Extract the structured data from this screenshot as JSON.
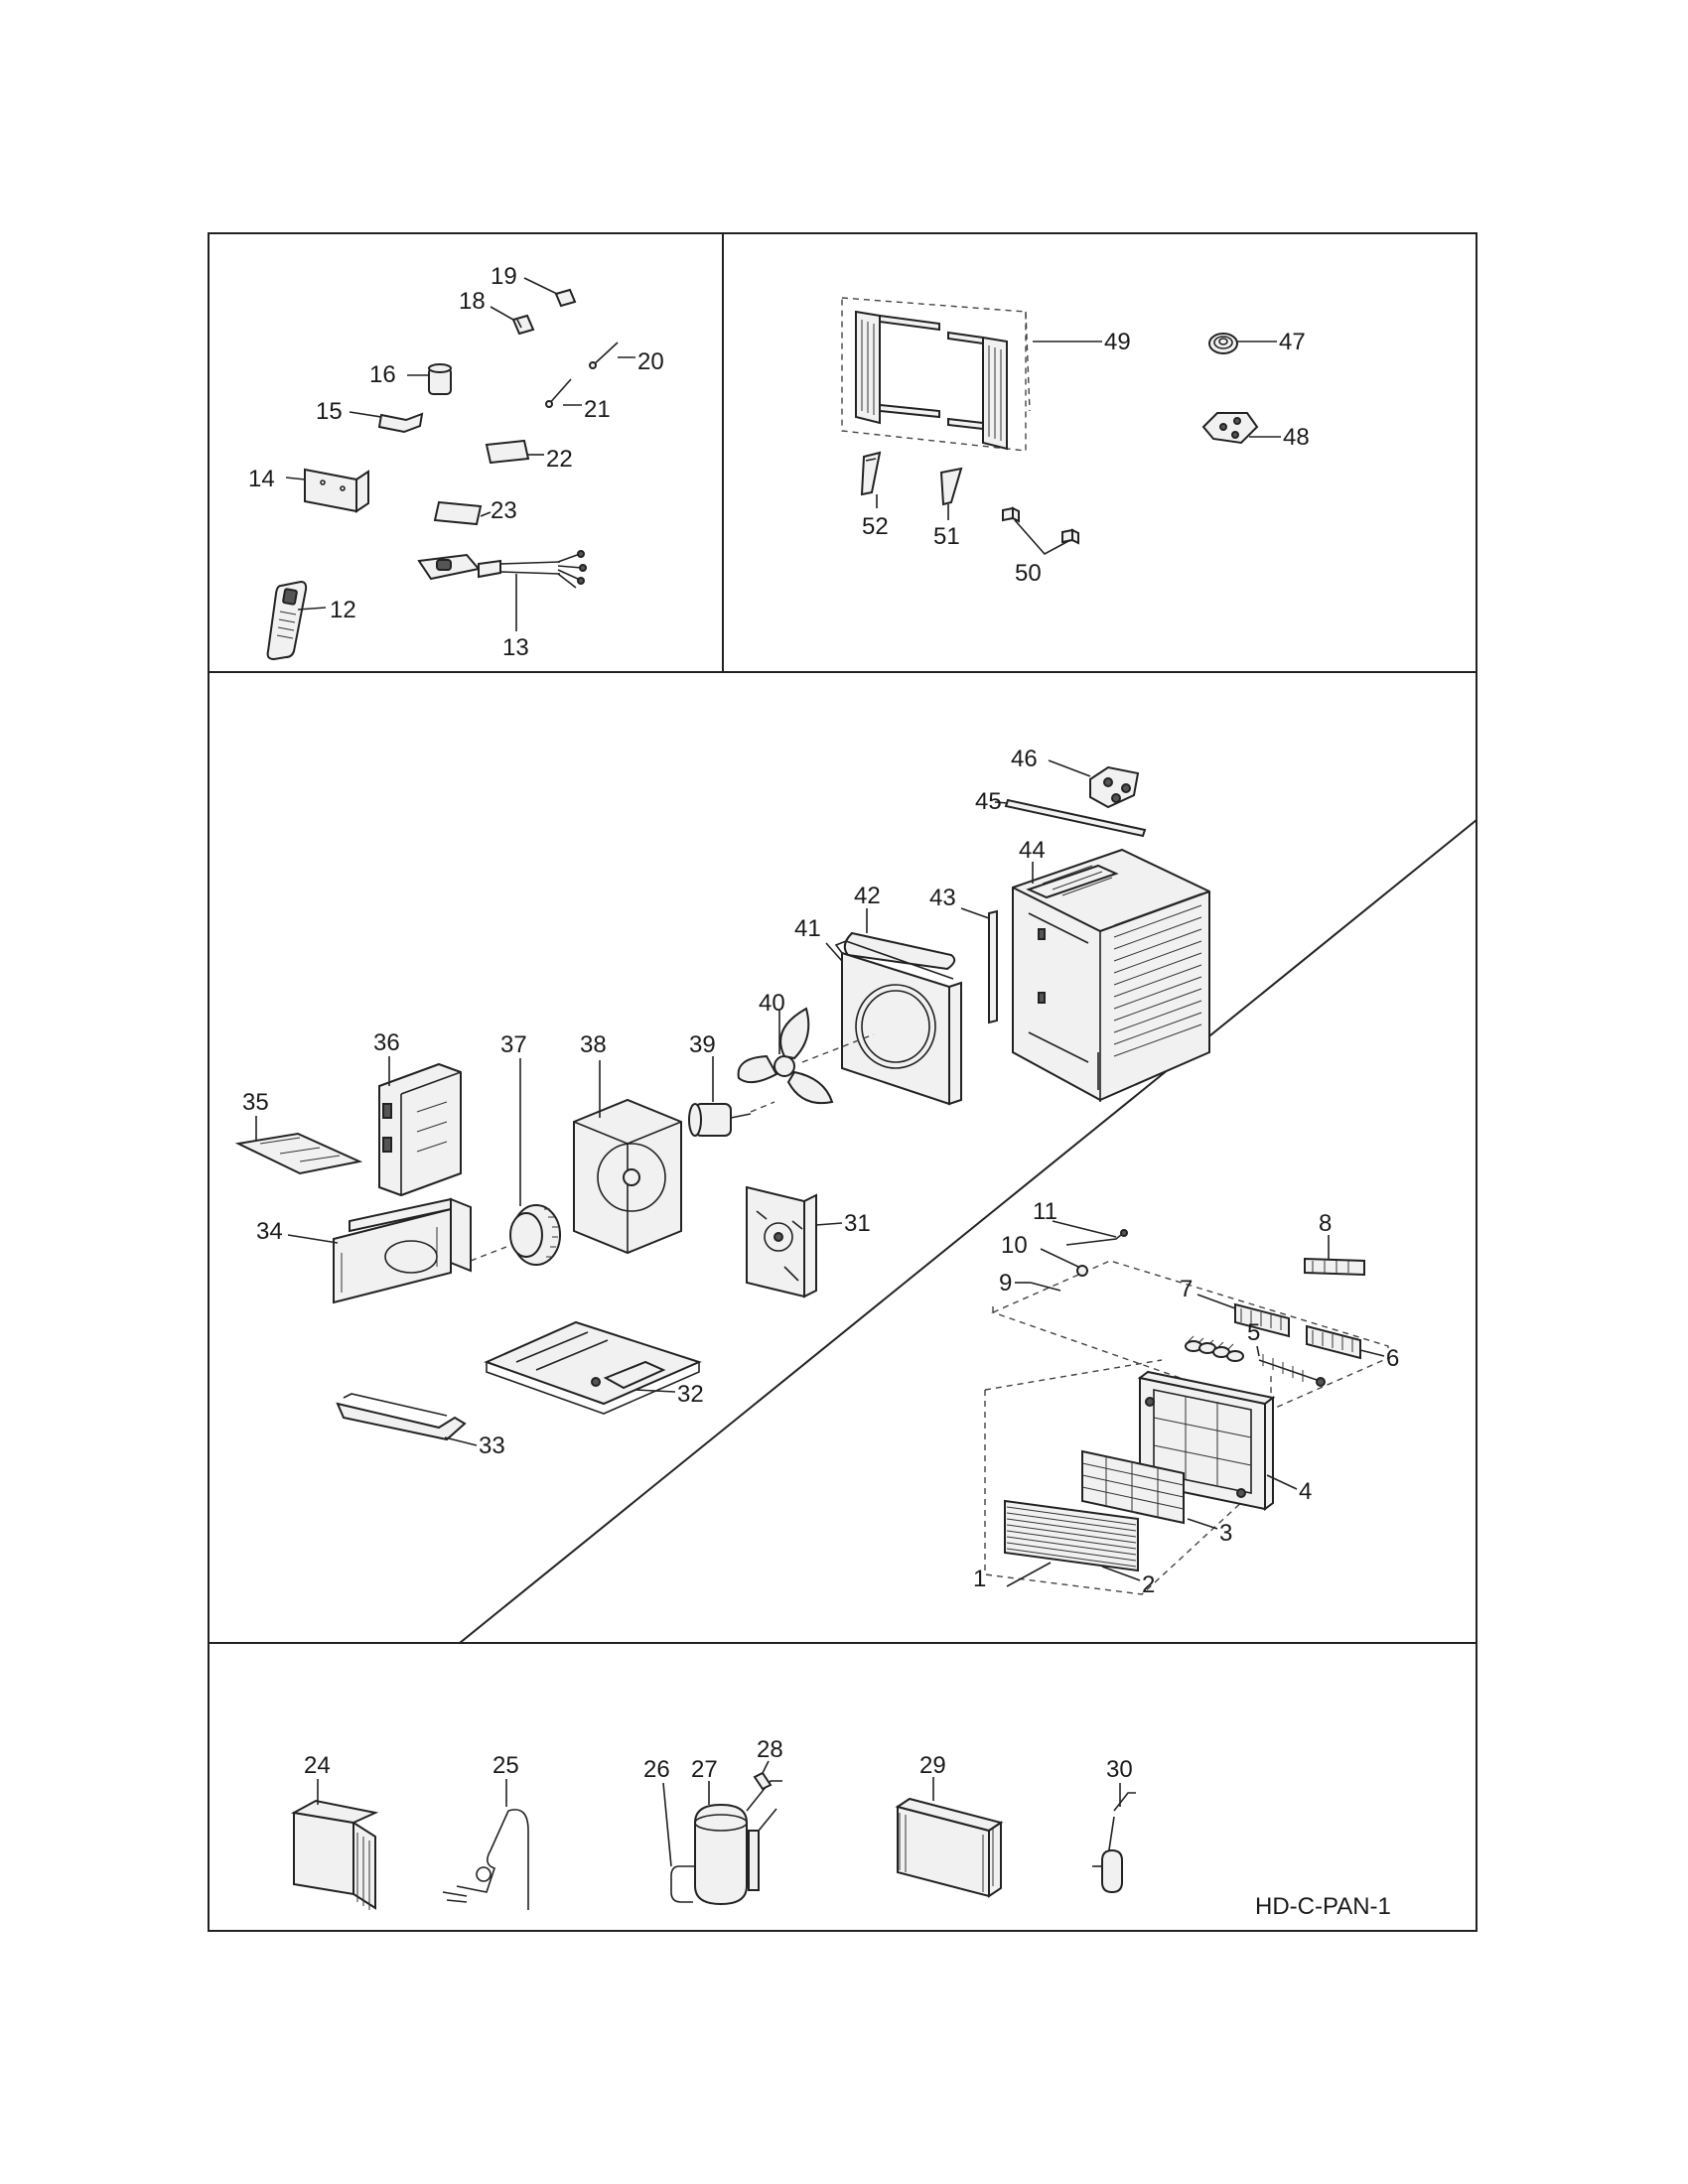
{
  "diagram_code": "HD-C-PAN-1",
  "parts": {
    "p1": "1",
    "p2": "2",
    "p3": "3",
    "p4": "4",
    "p5": "5",
    "p6": "6",
    "p7": "7",
    "p8": "8",
    "p9": "9",
    "p10": "10",
    "p11": "11",
    "p12": "12",
    "p13": "13",
    "p14": "14",
    "p15": "15",
    "p16": "16",
    "p18": "18",
    "p19": "19",
    "p20": "20",
    "p21": "21",
    "p22": "22",
    "p23": "23",
    "p24": "24",
    "p25": "25",
    "p26": "26",
    "p27": "27",
    "p28": "28",
    "p29": "29",
    "p30": "30",
    "p31": "31",
    "p32": "32",
    "p33": "33",
    "p34": "34",
    "p35": "35",
    "p36": "36",
    "p37": "37",
    "p38": "38",
    "p39": "39",
    "p40": "40",
    "p41": "41",
    "p42": "42",
    "p43": "43",
    "p44": "44",
    "p45": "45",
    "p46": "46",
    "p47": "47",
    "p48": "48",
    "p49": "49",
    "p50": "50",
    "p51": "51",
    "p52": "52"
  }
}
